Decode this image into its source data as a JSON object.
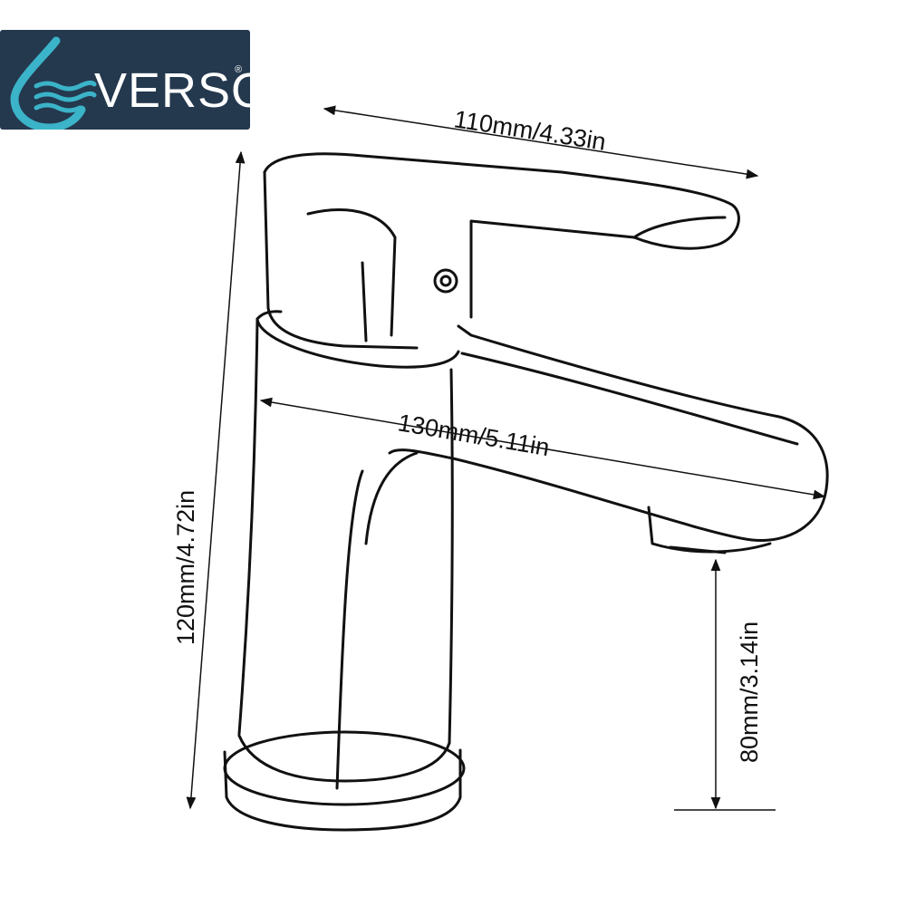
{
  "brand": {
    "name": "VERSO",
    "registered_mark": "®",
    "icon": "water-drop-icon",
    "background": "#24384e",
    "icon_color": "#3bb3c8"
  },
  "dimensions": {
    "top_width": "110mm/4.33in",
    "spout_length": "130mm/5.11in",
    "total_height": "120mm/4.72in",
    "spout_height": "80mm/3.14in"
  },
  "colors": {
    "line": "#111111",
    "background": "#ffffff"
  }
}
